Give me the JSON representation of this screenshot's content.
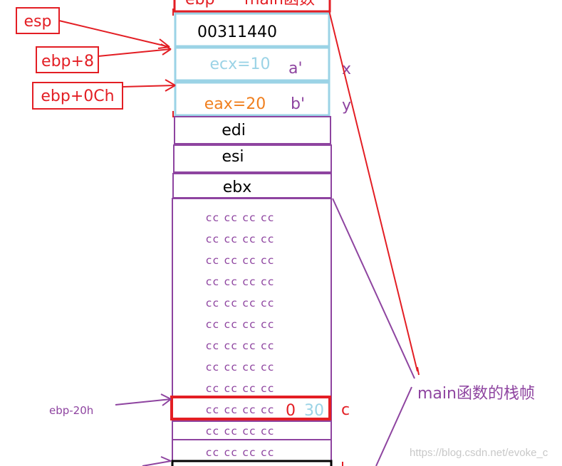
{
  "labels": {
    "ebp_top": "ebp",
    "main_top": "main函数",
    "esp": "esp",
    "ebp_plus_8": "ebp+8",
    "ebp_plus_0ch": "ebp+0Ch",
    "ebp_minus_20h": "ebp-20h",
    "main_frame": "main函数的栈帧"
  },
  "stack": {
    "return_addr": "00311440",
    "ecx": "ecx=10",
    "eax": "eax=20",
    "a_prime": "a'",
    "b_prime": "b'",
    "x": "x",
    "y": "y",
    "edi": "edi",
    "esi": "esi",
    "ebx": "ebx",
    "cc_row": "cc cc cc cc",
    "zero": "0",
    "thirty": "30",
    "c": "c"
  },
  "watermark": "https://blog.csdn.net/evoke_c",
  "colors": {
    "red": "#e31e24",
    "purple": "#8e44a0",
    "light_blue": "#9bd3e6",
    "orange": "#f07f1e",
    "black": "#000000"
  }
}
